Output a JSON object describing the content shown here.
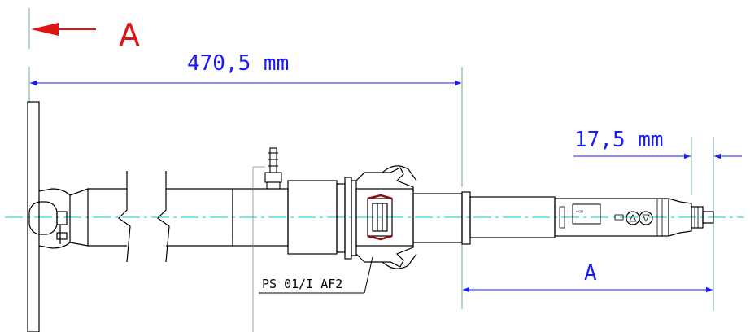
{
  "section_marker": {
    "letter": "A",
    "color": "#e01414"
  },
  "dimensions": {
    "overall_length": "470,5 mm",
    "tip_length": "17,5 mm",
    "reference": "A",
    "color": "#1a1aff"
  },
  "part_label": "PS 01/I AF2",
  "colors": {
    "line": "#000000",
    "centerline": "#00cccc",
    "extension": "#6fa8a0",
    "dimension": "#1a1aff",
    "highlight": "#8b1010"
  }
}
